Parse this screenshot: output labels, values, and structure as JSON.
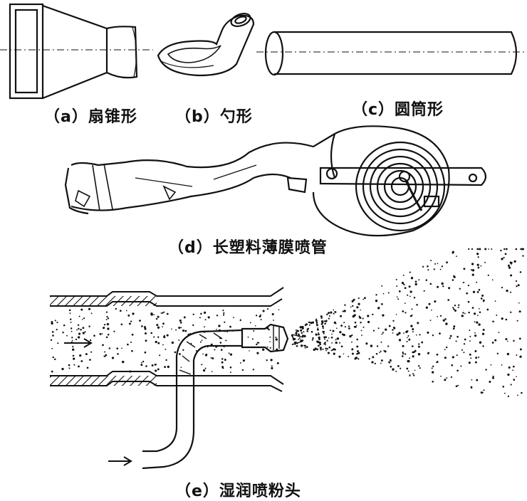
{
  "figures": [
    {
      "id": "a",
      "caption": "（a）扇锥形"
    },
    {
      "id": "b",
      "caption": "（b）勺形"
    },
    {
      "id": "c",
      "caption": "（c）圆筒形"
    },
    {
      "id": "d",
      "caption": "（d）长塑料薄膜喷管"
    },
    {
      "id": "e",
      "caption": "（e）湿润喷粉头"
    }
  ],
  "colors": {
    "ink": "#111111",
    "paper": "#ffffff"
  }
}
